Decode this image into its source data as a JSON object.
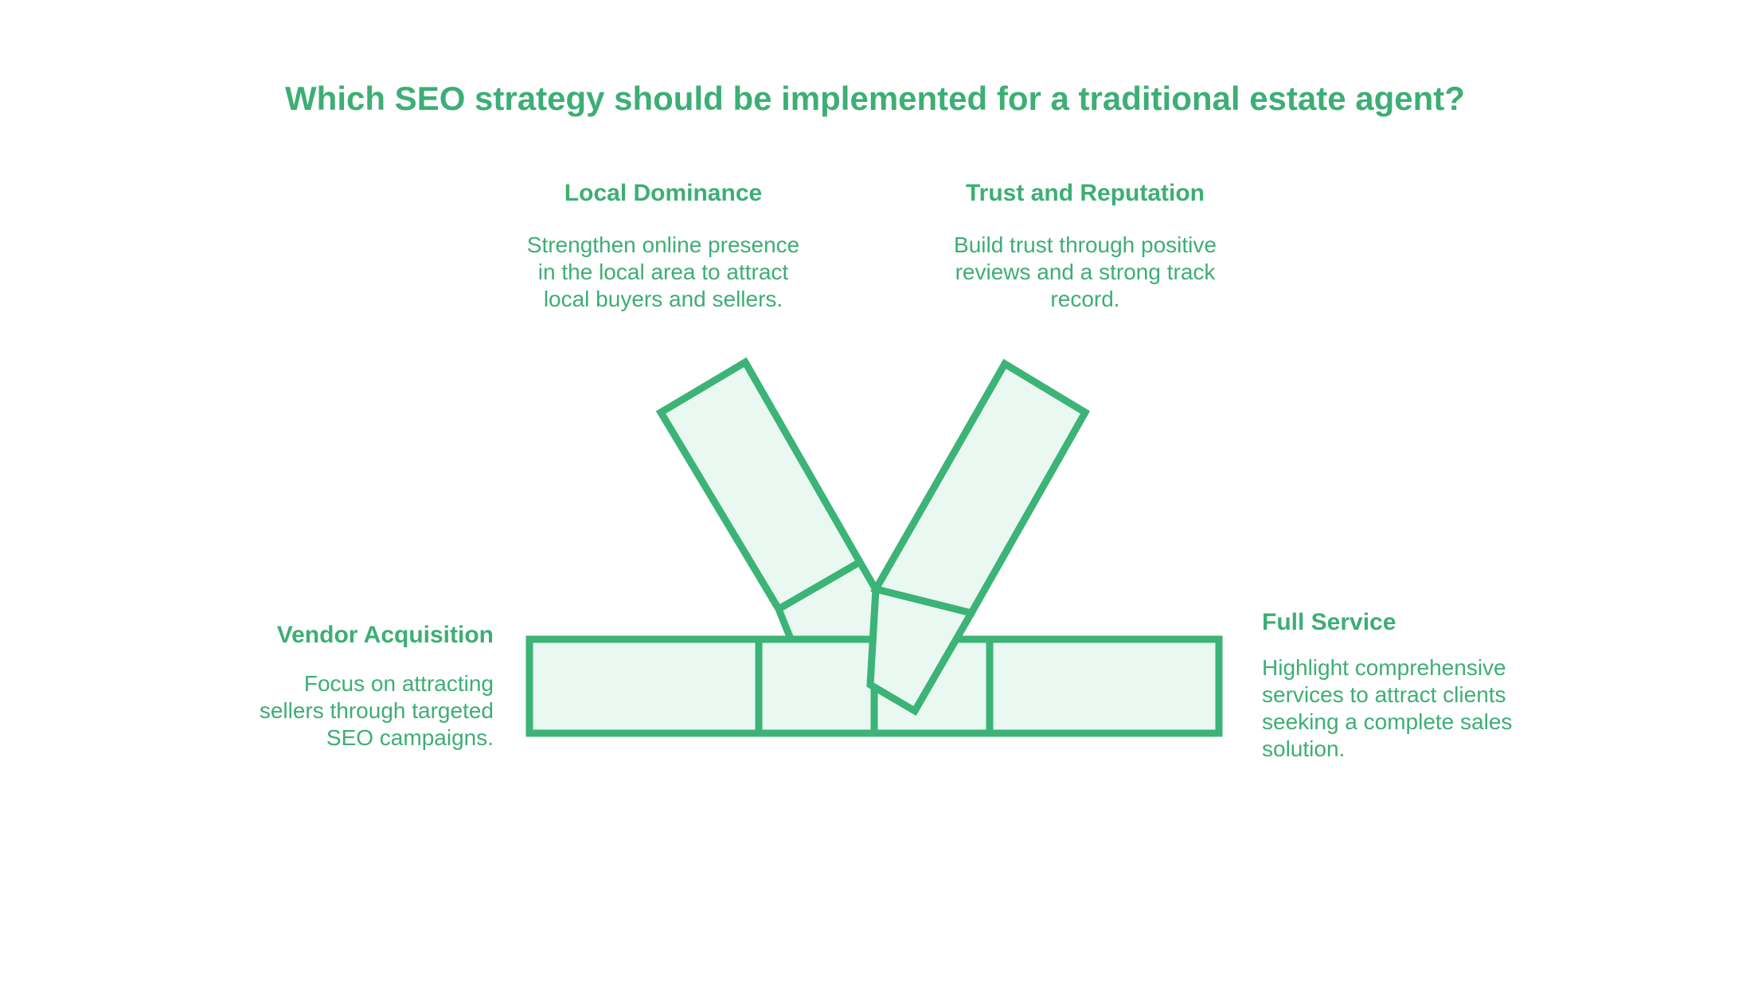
{
  "title": "Which SEO strategy should be implemented for a traditional estate agent?",
  "colors": {
    "accent_stroke": "#3cb377",
    "shape_fill": "#e9f8f0",
    "text_green": "#3dae75",
    "background": "#ffffff"
  },
  "sections": {
    "local_dominance": {
      "heading": "Local Dominance",
      "body": "Strengthen online presence\nin the local area to attract\nlocal buyers and sellers."
    },
    "trust_and_reputation": {
      "heading": "Trust and Reputation",
      "body": "Build trust through positive\nreviews and a strong track\nrecord."
    },
    "vendor_acquisition": {
      "heading": "Vendor Acquisition",
      "body": "Focus on attracting\nsellers through targeted\nSEO campaigns."
    },
    "full_service": {
      "heading": "Full Service",
      "body": "Highlight comprehensive\nservices to attract clients\nseeking a complete sales\nsolution."
    }
  }
}
